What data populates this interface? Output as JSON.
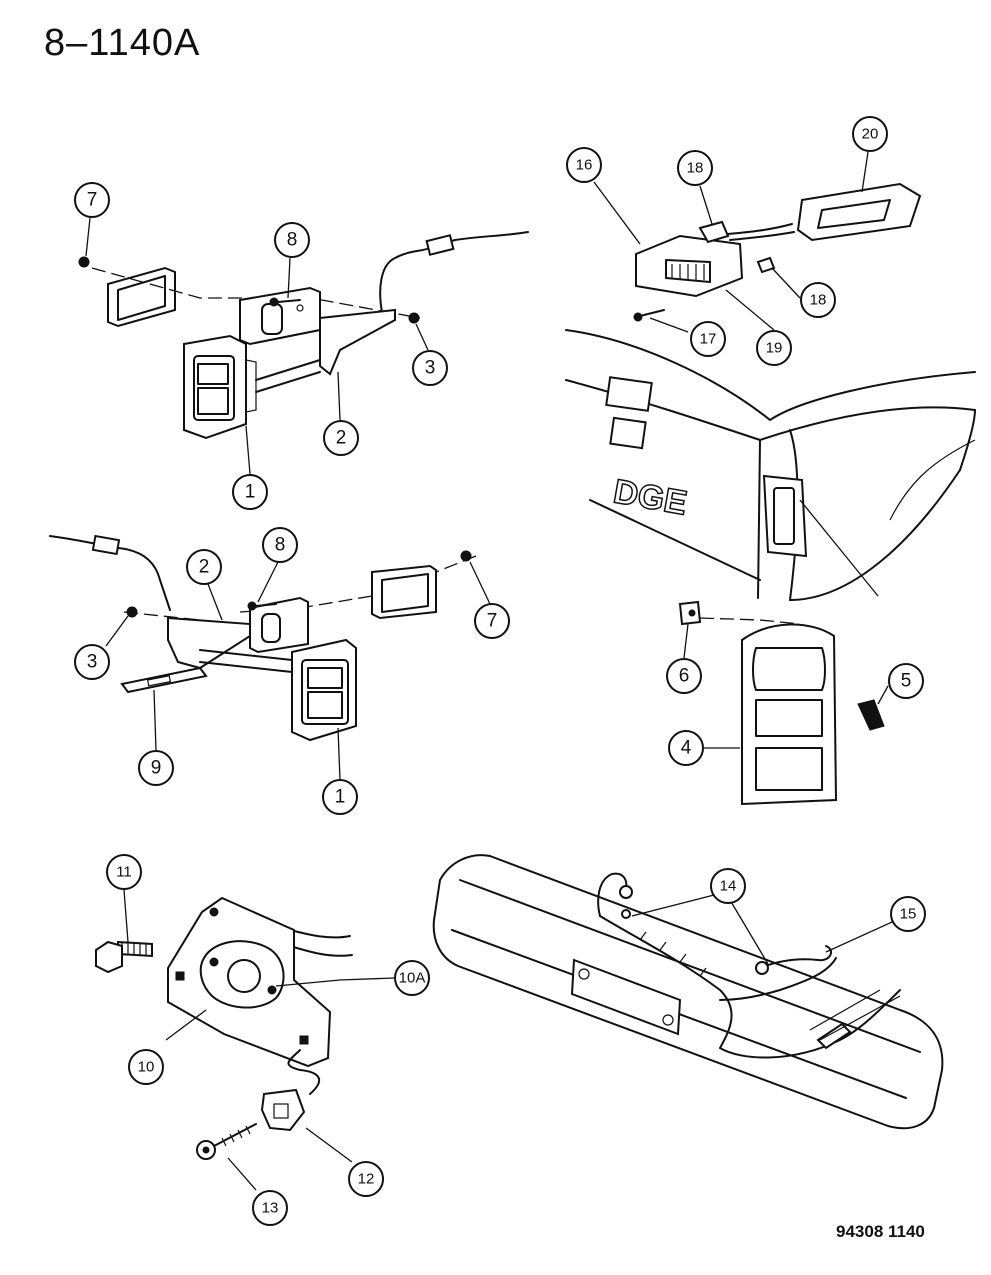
{
  "page": {
    "title": "8–1140A",
    "drawing_number": "94308  1140"
  },
  "truck_lettering": "DGE",
  "callouts": [
    "7",
    "8",
    "3",
    "2",
    "1",
    "2",
    "8",
    "7",
    "3",
    "9",
    "1",
    "16",
    "18",
    "20",
    "18",
    "17",
    "19",
    "6",
    "5",
    "4",
    "11",
    "10A",
    "10",
    "12",
    "13",
    "14",
    "15"
  ]
}
